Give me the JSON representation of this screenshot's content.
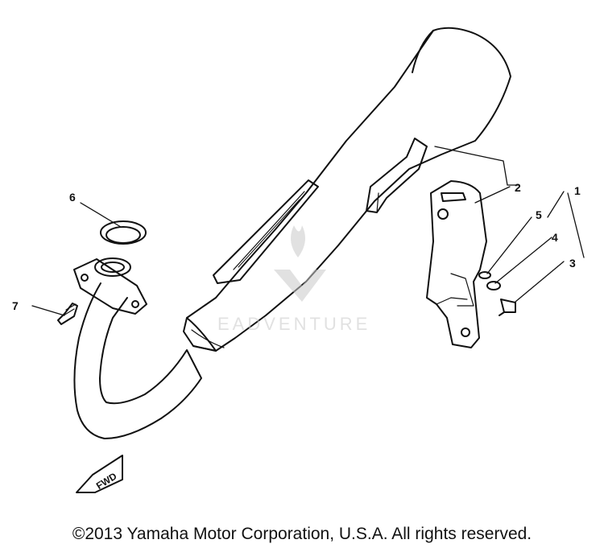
{
  "callouts": {
    "c1": "1",
    "c2": "2",
    "c3": "3",
    "c4": "4",
    "c5": "5",
    "c6": "6",
    "c7": "7"
  },
  "fwd_label": "FWD",
  "watermark": "EADVENTURE",
  "copyright": "©2013 Yamaha Motor Corporation, U.S.A. All rights reserved.",
  "colors": {
    "line": "#111111",
    "watermark": "#c9c9c9"
  }
}
